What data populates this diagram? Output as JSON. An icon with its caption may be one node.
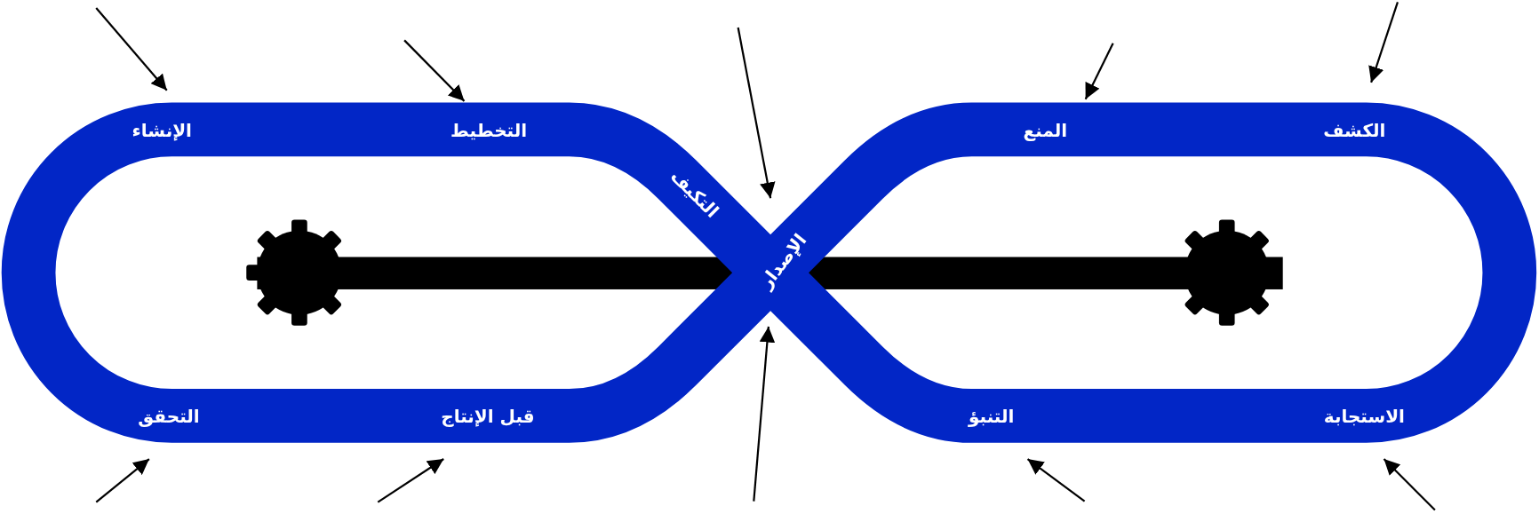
{
  "diagram": {
    "nodes": [
      {
        "text": [
          "الإنشاء"
        ]
      },
      {
        "text": [
          "التخطيط"
        ]
      },
      {
        "text": [
          "التكيف"
        ]
      },
      {
        "text": [
          "المنع"
        ]
      },
      {
        "text": [
          "الكشف"
        ]
      },
      {
        "text": [
          "الإصدار"
        ]
      },
      {
        "text": [
          "التحقق"
        ]
      },
      {
        "text": [
          "قبل الإنتاج"
        ]
      },
      {
        "text": [
          "التنبؤ"
        ]
      },
      {
        "text": [
          "الاستجابة"
        ]
      }
    ],
    "edges": [
      {
        "from": null,
        "to": 0,
        "arrow": "to"
      },
      {
        "from": null,
        "to": 1,
        "arrow": "to"
      },
      {
        "from": null,
        "to": 2,
        "arrow": "to"
      },
      {
        "from": null,
        "to": 3,
        "arrow": "to"
      },
      {
        "from": null,
        "to": 4,
        "arrow": "to"
      },
      {
        "from": null,
        "to": 5,
        "arrow": "to"
      },
      {
        "from": null,
        "to": 6,
        "arrow": "to"
      },
      {
        "from": null,
        "to": 7,
        "arrow": "to"
      },
      {
        "from": null,
        "to": 8,
        "arrow": "to"
      },
      {
        "from": null,
        "to": 9,
        "arrow": "to"
      }
    ]
  }
}
